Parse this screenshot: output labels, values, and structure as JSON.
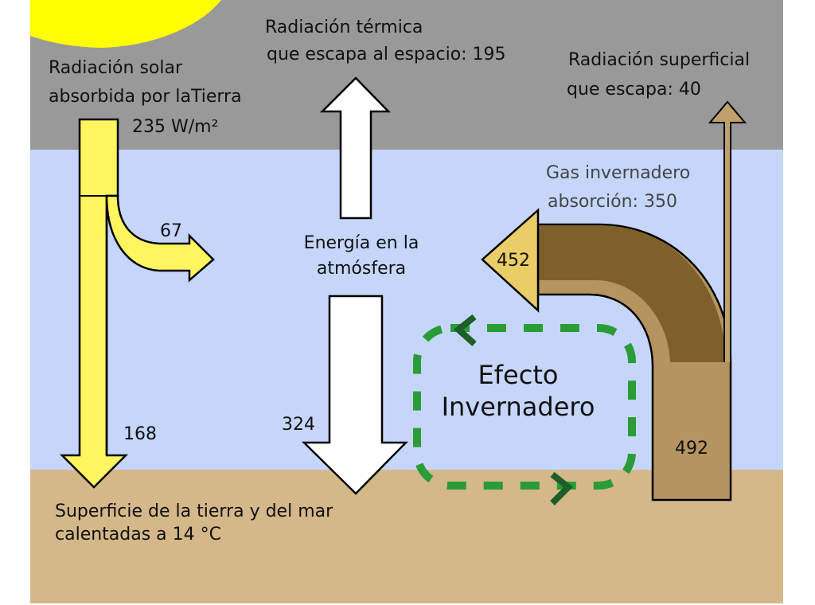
{
  "diagram": {
    "title": "Efecto Invernadero",
    "colors": {
      "space": "#999999",
      "atmosphere": "#c6d6fb",
      "ground": "#d4b88a",
      "sun": "#ffff00",
      "solar_arrow": "#fff55f",
      "white_arrow": "#ffffff",
      "gas_dark": "#80602a",
      "gas_light": "#b59460",
      "gas_head": "#e9cd66",
      "surface_arrow": "#c2a06c",
      "loop": "#2a9b37",
      "loop_chevron": "#1e5e28"
    },
    "space": {
      "solar_absorbed": {
        "line1": "Radiación solar",
        "line2": "absorbida por laTierra",
        "value": "235 W/m²"
      },
      "thermal_escape": {
        "line1": "Radiación térmica",
        "line2": "que escapa al espacio: 195"
      },
      "surface_escape": {
        "line1": "Radiación superficial",
        "line2": "que escapa: 40"
      }
    },
    "atmosphere": {
      "energy_label": {
        "line1": "Energía en la",
        "line2": "atmósfera"
      },
      "gas_absorption": {
        "line1": "Gas invernadero",
        "line2": "absorción: 350"
      },
      "greenhouse_effect": {
        "line1": "Efecto",
        "line2": "Invernadero"
      }
    },
    "flows": {
      "solar_to_atmosphere": "67",
      "solar_to_surface": "168",
      "back_radiation": "324",
      "gas_emission": "452",
      "surface_emission": "492"
    },
    "ground": {
      "line1": "Superficie de la tierra y del mar",
      "line2": "calentadas a 14 °C"
    }
  }
}
